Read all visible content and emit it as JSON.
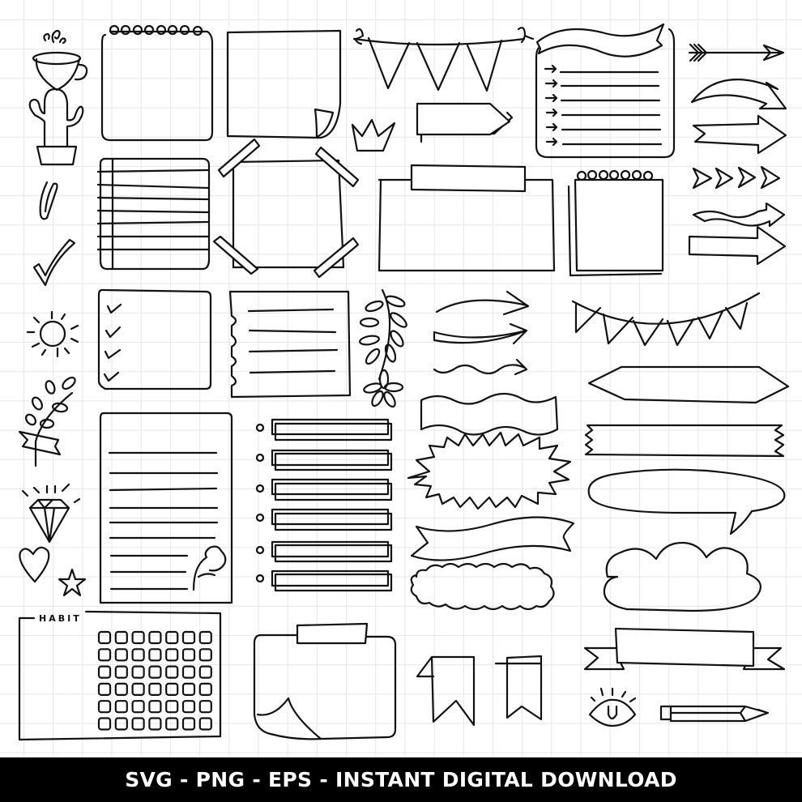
{
  "banner": {
    "text": "SVG - PNG - EPS - INSTANT DIGITAL DOWNLOAD",
    "background": "#000000",
    "color": "#ffffff"
  },
  "canvas": {
    "background": "#ffffff",
    "grid_color": "#e6e6e6",
    "line_color": "#111111"
  },
  "habit_tracker": {
    "label": "HABIT",
    "rows": 6,
    "columns": 7
  },
  "elements": [
    "coffee-cup-icon",
    "cactus-icon",
    "paperclip-icon",
    "checkmark-icon",
    "sun-icon",
    "leaf-branch-icon",
    "diamond-icon",
    "heart-icon",
    "star-icon",
    "spiral-notepad",
    "sticky-note-curled",
    "pennant-bunting",
    "crown-icon",
    "arrow-tag",
    "banner-list-card",
    "arrow-straight",
    "arrow-curved",
    "arrow-bold",
    "chevron-arrows",
    "arrow-wavy",
    "arrow-block",
    "lined-paper",
    "taped-photo-frame",
    "taped-card",
    "spiral-notepad-stacked",
    "checklist-card",
    "torn-lined-note",
    "fern-icon",
    "flower-icon",
    "curved-arrow-thin",
    "curved-arrow-double",
    "wavy-arrow-thin",
    "bunting-garland",
    "wavy-banner",
    "burst-banner",
    "ribbon-banner",
    "cloud-banner",
    "pointed-label",
    "washi-tape-label",
    "speech-bubble",
    "cloud-label",
    "ribbon-scroll-banner",
    "lined-note-rose",
    "todo-bars",
    "taped-curl-note",
    "bookmark-ribbon",
    "bookmark-ribbon-2",
    "eye-icon",
    "pencil-icon",
    "habit-tracker"
  ]
}
